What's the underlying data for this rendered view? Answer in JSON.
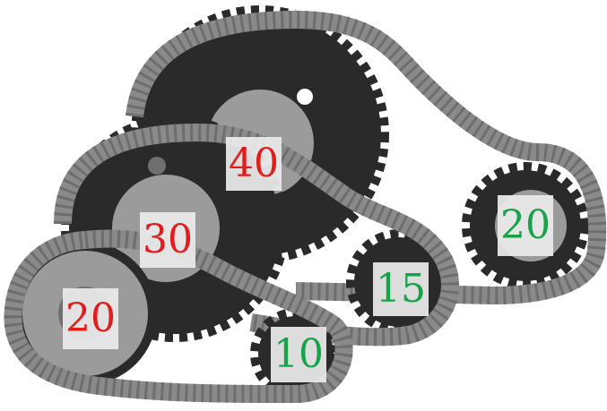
{
  "scene": {
    "description_free": true,
    "labels": [
      {
        "key": "rear_big_gear",
        "text": "40",
        "color": "red"
      },
      {
        "key": "right_small_gear",
        "text": "20",
        "color": "green"
      },
      {
        "key": "middle_gear",
        "text": "30",
        "color": "red"
      },
      {
        "key": "middle_small_gear",
        "text": "15",
        "color": "green"
      },
      {
        "key": "front_gear",
        "text": "20",
        "color": "red"
      },
      {
        "key": "front_small_gear",
        "text": "10",
        "color": "green"
      }
    ],
    "colors": {
      "red": "#e31b1b",
      "green": "#17a34a"
    }
  }
}
